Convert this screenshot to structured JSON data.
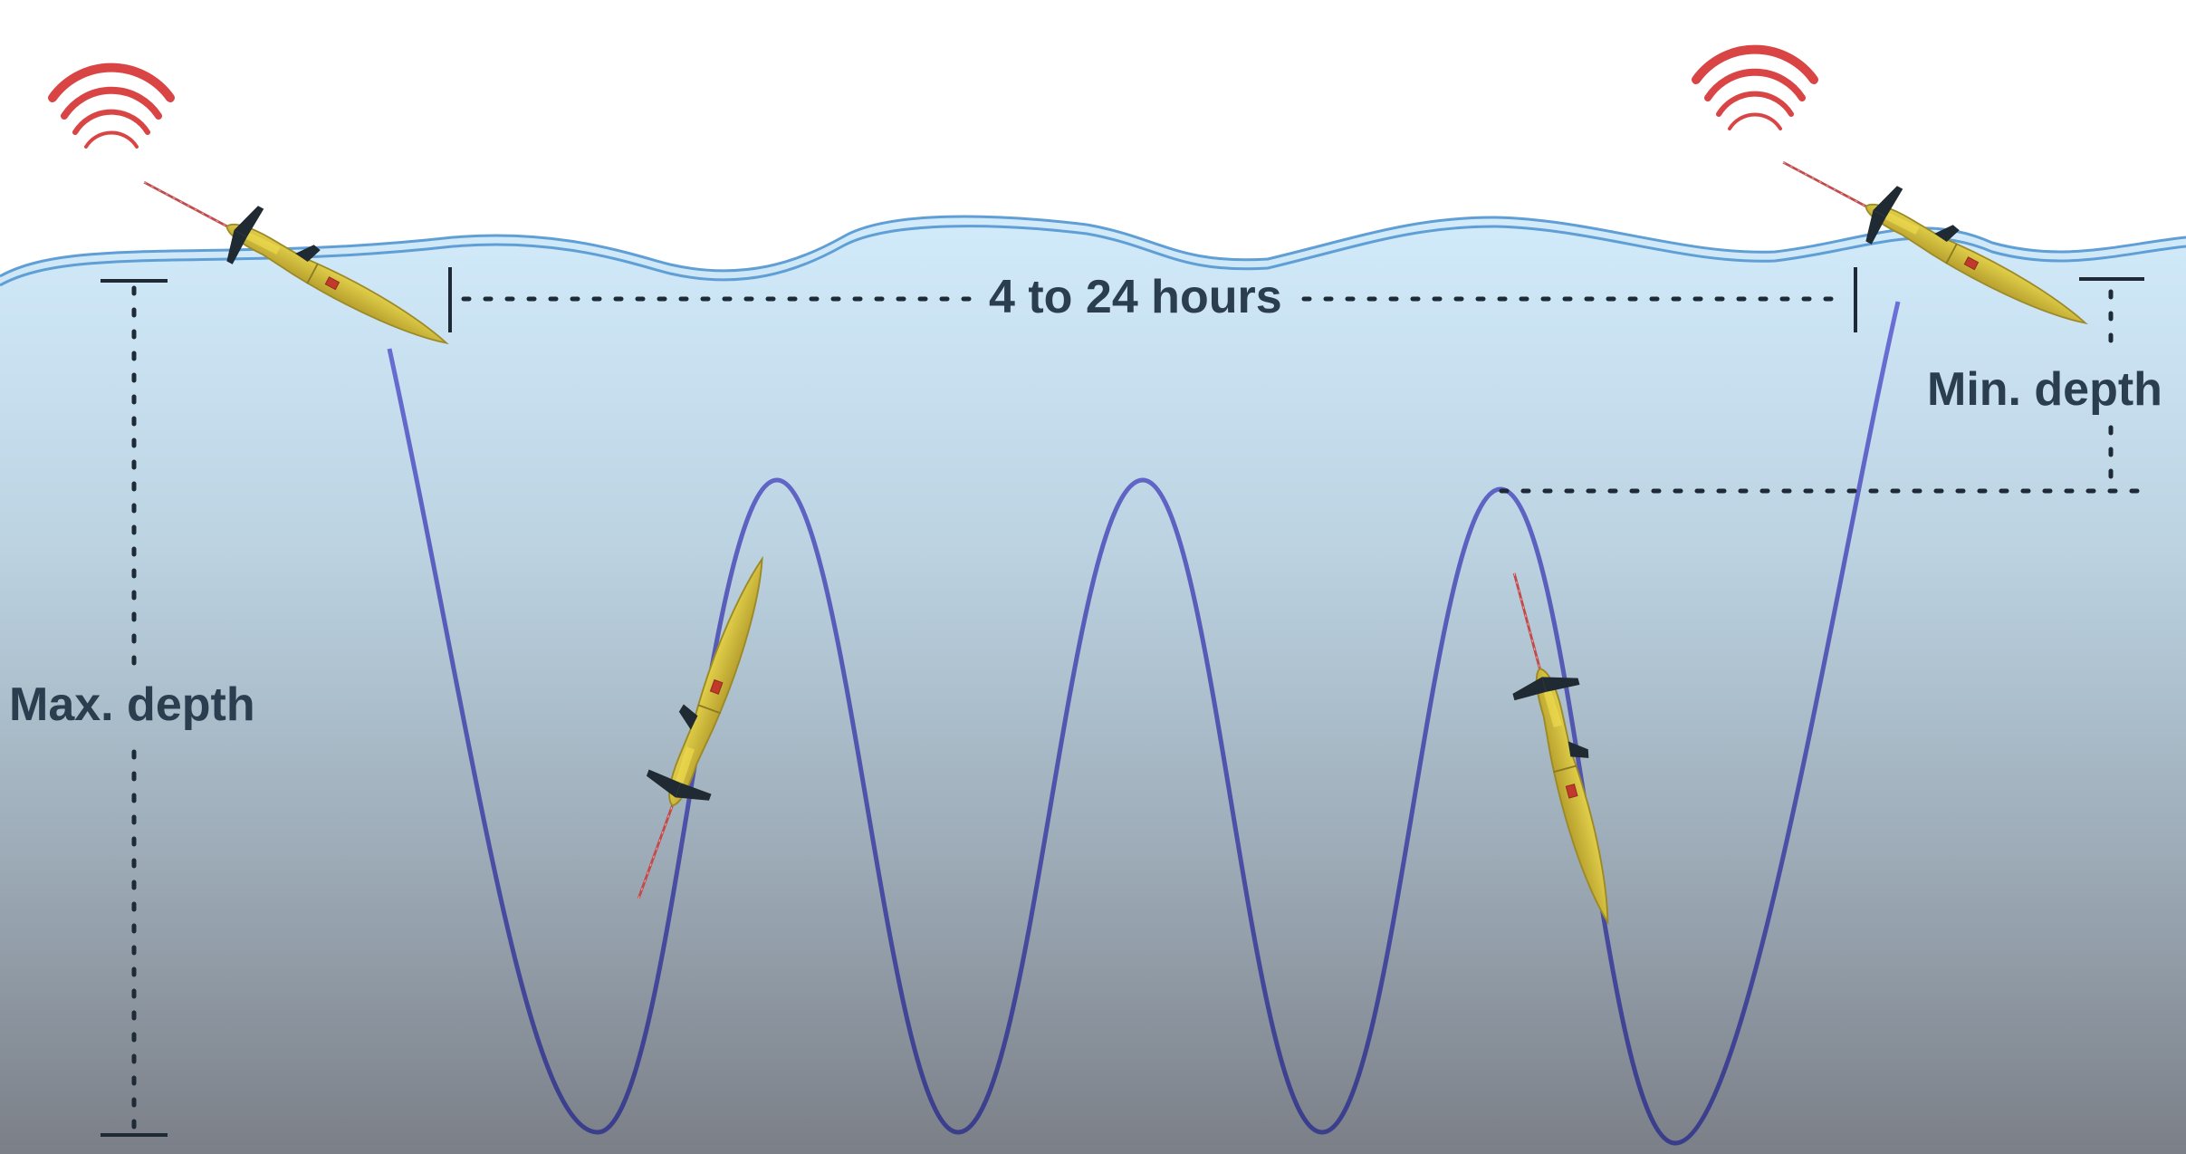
{
  "labels": {
    "duration": "4 to 24 hours",
    "min_depth": "Min. depth",
    "max_depth": "Max. depth"
  },
  "colors": {
    "surface_water": "#d2ebfb",
    "deep_water": "#7c8088",
    "wave_line": "#5f9fd6",
    "trajectory": "#5a5ec4",
    "trajectory_deep": "#3c3f8c",
    "annotation": "#2b3e50",
    "signal": "#d94545",
    "glider_body": "#d8c43a",
    "glider_fin": "#1f2a33",
    "antenna": "#c24a4a"
  },
  "icons": [
    "signal-waves-icon",
    "glider-icon"
  ]
}
